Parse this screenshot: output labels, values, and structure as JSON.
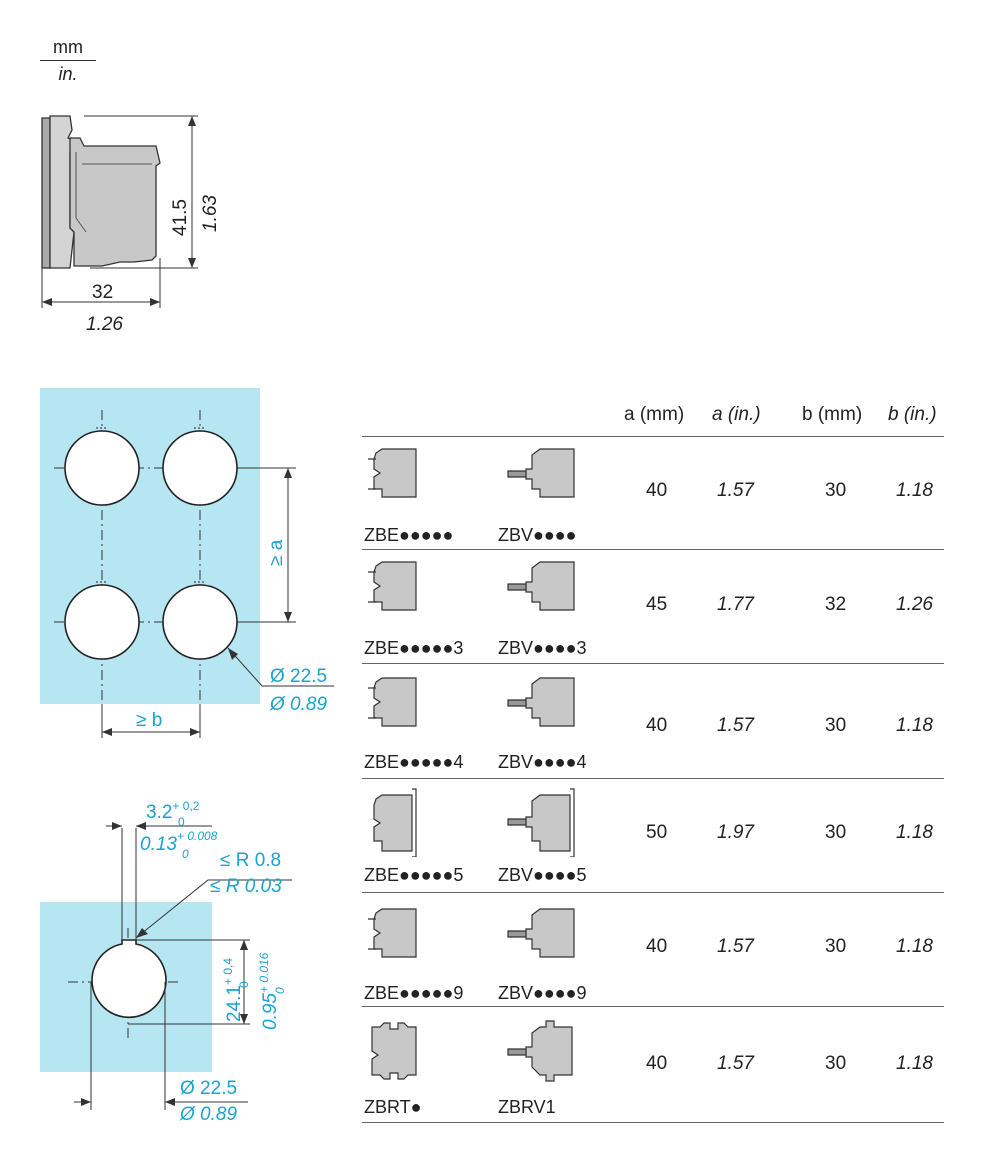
{
  "units": {
    "top": "mm",
    "bottom": "in."
  },
  "side_view": {
    "height_mm": "41.5",
    "height_in": "1.63",
    "width_mm": "32",
    "width_in": "1.26"
  },
  "cutout": {
    "spacing_a": "≥ a",
    "spacing_b": "≥ b",
    "dia_mm": "Ø 22.5",
    "dia_in": "Ø 0.89"
  },
  "keyhole": {
    "notch_mm": "3.2",
    "notch_mm_tol": "+ 0,2",
    "notch_mm_low": "0",
    "notch_in": "0.13",
    "notch_in_tol": "+ 0.008",
    "notch_in_low": "0",
    "radius_mm": "≤ R 0.8",
    "radius_in": "≤ R 0.03",
    "height_mm": "24.1",
    "height_mm_tol": "+ 0,4",
    "height_mm_low": "0",
    "height_in": "0.95",
    "height_in_tol": "+ 0.016",
    "height_in_low": "0",
    "dia_mm": "Ø 22.5",
    "dia_in": "Ø 0.89"
  },
  "table": {
    "headers": {
      "a_mm": "a (mm)",
      "a_in": "a (in.)",
      "b_mm": "b (mm)",
      "b_in": "b (in.)"
    },
    "rows": [
      {
        "code1": "ZBE●●●●●",
        "code2": "ZBV●●●●",
        "a_mm": "40",
        "a_in": "1.57",
        "b_mm": "30",
        "b_in": "1.18"
      },
      {
        "code1": "ZBE●●●●●3",
        "code2": "ZBV●●●●3",
        "a_mm": "45",
        "a_in": "1.77",
        "b_mm": "32",
        "b_in": "1.26"
      },
      {
        "code1": "ZBE●●●●●4",
        "code2": "ZBV●●●●4",
        "a_mm": "40",
        "a_in": "1.57",
        "b_mm": "30",
        "b_in": "1.18"
      },
      {
        "code1": "ZBE●●●●●5",
        "code2": "ZBV●●●●5",
        "a_mm": "50",
        "a_in": "1.97",
        "b_mm": "30",
        "b_in": "1.18"
      },
      {
        "code1": "ZBE●●●●●9",
        "code2": "ZBV●●●●9",
        "a_mm": "40",
        "a_in": "1.57",
        "b_mm": "30",
        "b_in": "1.18"
      },
      {
        "code1": "ZBRT●",
        "code2": "ZBRV1",
        "a_mm": "40",
        "a_in": "1.57",
        "b_mm": "30",
        "b_in": "1.18"
      }
    ]
  },
  "colors": {
    "panel": "#b7e6f3",
    "dimension": "#1aa3cc",
    "body": "#c8c8c8"
  }
}
